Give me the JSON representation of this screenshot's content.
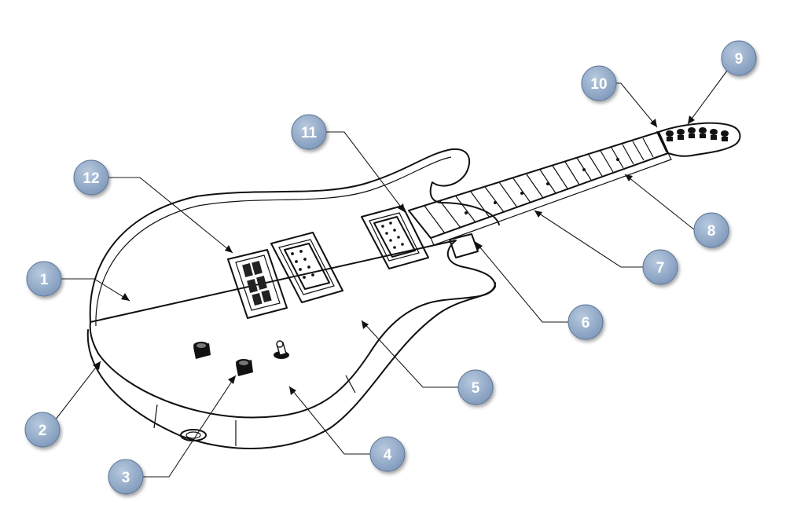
{
  "colors": {
    "callout_fill": "#8fa8c6",
    "callout_stroke": "#5f7899",
    "callout_text": "#ffffff",
    "line": "#111111"
  },
  "callouts": [
    {
      "id": "c1",
      "label": "1"
    },
    {
      "id": "c2",
      "label": "2"
    },
    {
      "id": "c3",
      "label": "3"
    },
    {
      "id": "c4",
      "label": "4"
    },
    {
      "id": "c5",
      "label": "5"
    },
    {
      "id": "c6",
      "label": "6"
    },
    {
      "id": "c7",
      "label": "7"
    },
    {
      "id": "c8",
      "label": "8"
    },
    {
      "id": "c9",
      "label": "9"
    },
    {
      "id": "c10",
      "label": "10"
    },
    {
      "id": "c11",
      "label": "11"
    },
    {
      "id": "c12",
      "label": "12"
    }
  ]
}
